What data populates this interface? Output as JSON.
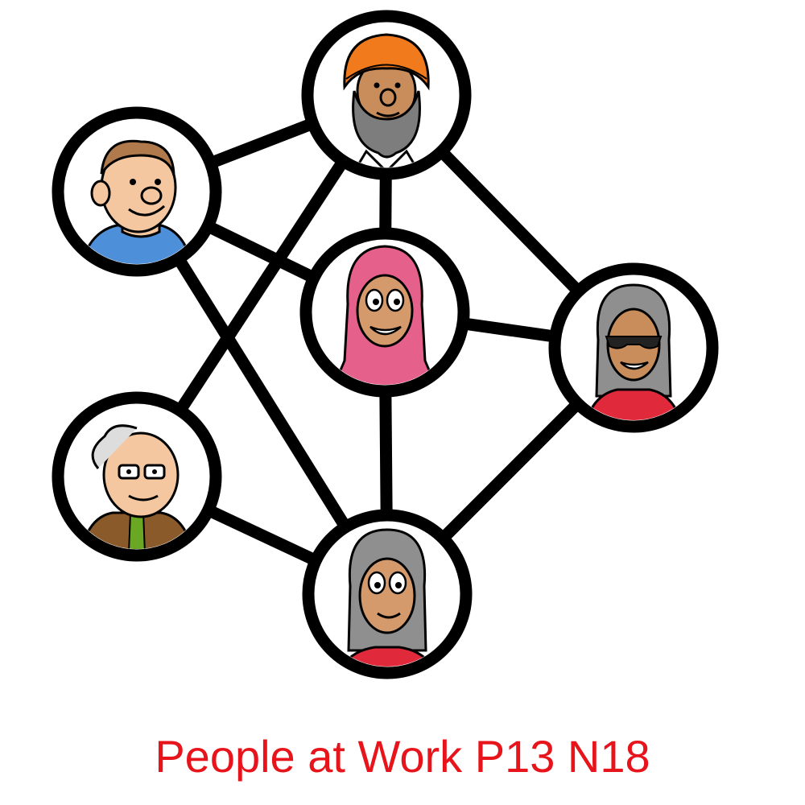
{
  "diagram": {
    "type": "people-network",
    "caption": "People at Work P13 N18",
    "colors": {
      "line": "#000000",
      "node_fill": "#ffffff",
      "caption": "#e8141b",
      "skin_light": "#f4c7a1",
      "skin_medium": "#d59a6c",
      "skin_brown": "#c98d5c",
      "turban": "#f07a1c",
      "beard": "#7d7d7d",
      "hijab": "#e6608c",
      "gray_hair": "#8f8f8f",
      "blue_shirt": "#4d8fd9",
      "red_top": "#e02a3c",
      "green_tie": "#6aa823",
      "brown_jacket": "#8a5a2b",
      "brown_hair": "#b07a4d"
    },
    "nodes": [
      {
        "id": "man-blue-shirt",
        "icon": "man-blue-shirt-icon"
      },
      {
        "id": "sikh-man",
        "icon": "sikh-man-turban-icon"
      },
      {
        "id": "woman-hijab",
        "icon": "woman-hijab-icon"
      },
      {
        "id": "woman-sunglasses",
        "icon": "woman-sunglasses-icon"
      },
      {
        "id": "elderly-man",
        "icon": "elderly-man-glasses-icon"
      },
      {
        "id": "woman-gray-hair",
        "icon": "woman-gray-hair-icon"
      }
    ],
    "edges": [
      [
        "man-blue-shirt",
        "sikh-man"
      ],
      [
        "man-blue-shirt",
        "woman-hijab"
      ],
      [
        "man-blue-shirt",
        "woman-gray-hair"
      ],
      [
        "sikh-man",
        "woman-hijab"
      ],
      [
        "sikh-man",
        "woman-sunglasses"
      ],
      [
        "sikh-man",
        "elderly-man"
      ],
      [
        "woman-hijab",
        "woman-sunglasses"
      ],
      [
        "woman-hijab",
        "woman-gray-hair"
      ],
      [
        "woman-sunglasses",
        "woman-gray-hair"
      ],
      [
        "elderly-man",
        "woman-gray-hair"
      ]
    ]
  }
}
